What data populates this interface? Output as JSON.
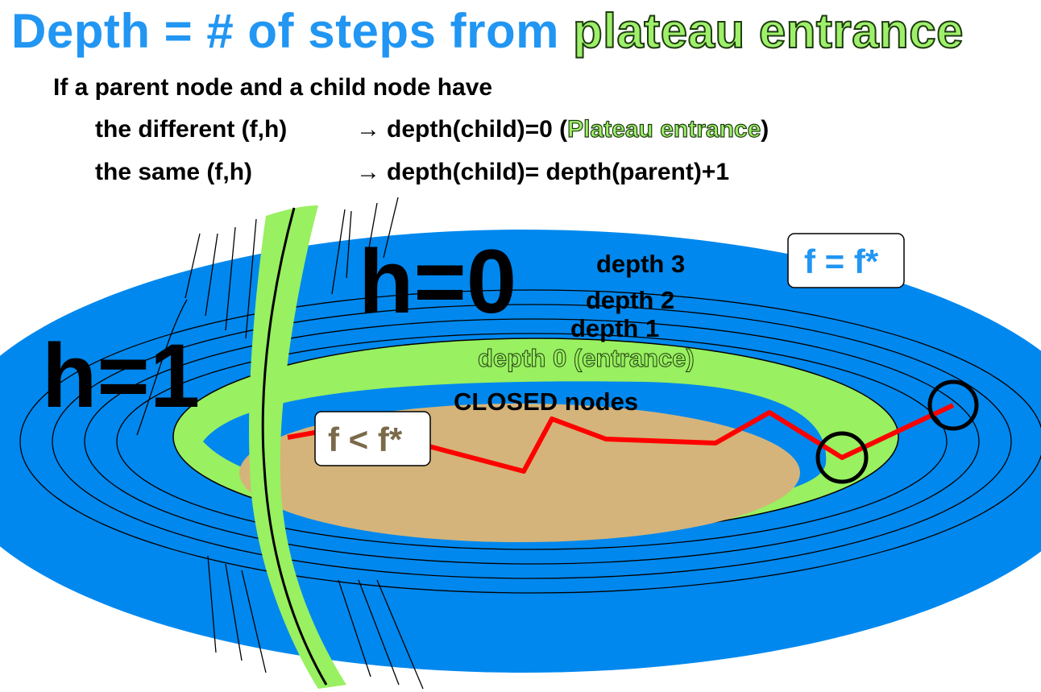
{
  "title": {
    "main": "Depth = # of steps from ",
    "highlight": "plateau entrance"
  },
  "rules": {
    "intro": "If a parent node and a child node have",
    "diff_case": "the different (f,h)",
    "diff_result": "depth(child)=0 (",
    "diff_highlight": "Plateau entrance",
    "diff_close": ")",
    "same_case": "the same (f,h)",
    "same_result": "depth(child)= depth(parent)+1",
    "arrow": "→"
  },
  "diagram": {
    "h1_label": "h=1",
    "h0_label": "h=0",
    "depth3": "depth 3",
    "depth2": "depth 2",
    "depth1": "depth 1",
    "depth0": "depth 0 (entrance)",
    "closed": "CLOSED nodes",
    "f_opt": "f = f*",
    "f_less": "f < f*",
    "colors": {
      "blue_region": "#0088EE",
      "plateau_entrance_green": "#99F060",
      "closed_tan": "#D4B47A",
      "path_red": "#FF0000",
      "f_opt_text": "#2196F3",
      "f_less_text": "#7A6A4A"
    }
  }
}
